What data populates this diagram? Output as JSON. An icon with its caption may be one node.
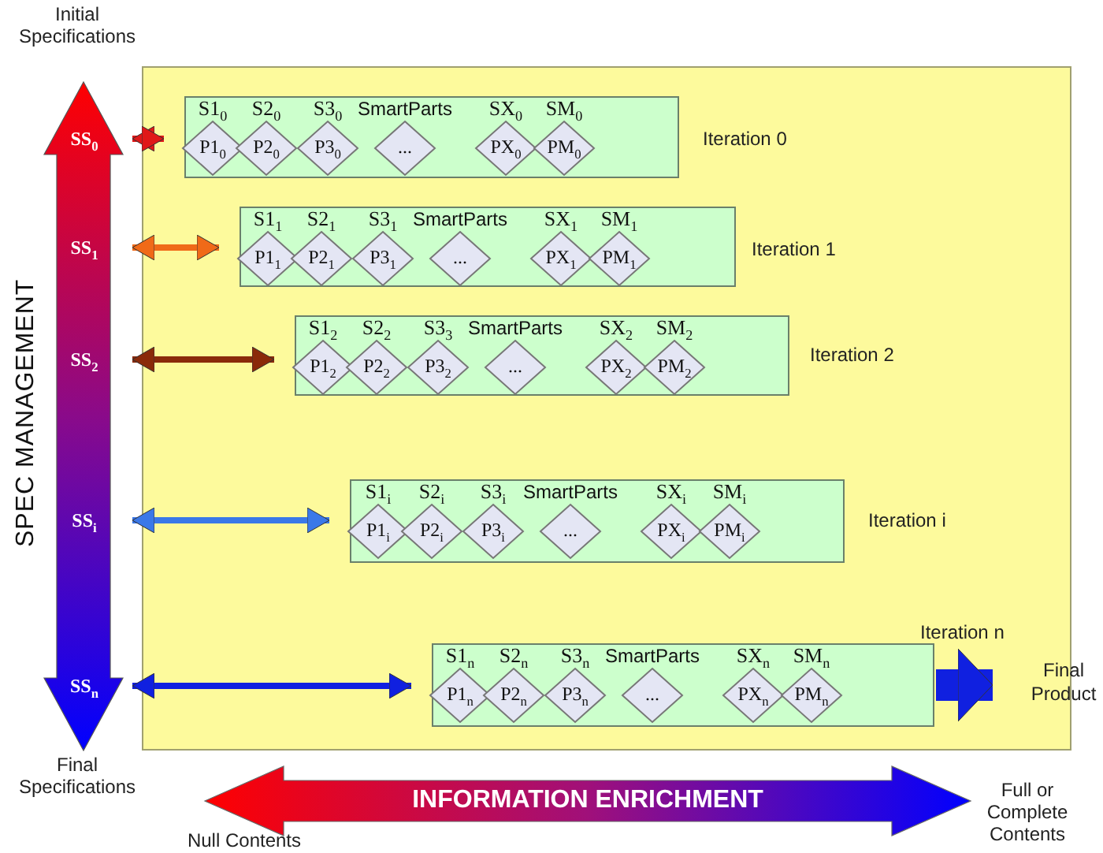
{
  "diagram": {
    "nodes": [
      {
        "text": [
          "SPEC MANAGEMENT"
        ]
      },
      {
        "text": [
          "SS$_{0}$"
        ],
        "in": 0
      },
      {
        "text": [
          "SS$_{1}$"
        ],
        "in": 0
      },
      {
        "text": [
          "SS$_{2}$"
        ],
        "in": 0
      },
      {
        "text": [
          "SS$_{i}$"
        ],
        "in": 0
      },
      {
        "text": [
          "SS$_{n}$"
        ],
        "in": 0
      },
      {
        "text": [],
        "shape": "box"
      },
      {
        "text": [
          "Iteration 0"
        ],
        "in": 6
      },
      {
        "text": [
          "S1$_{0}$",
          "P1$_{0}$"
        ],
        "in": 7
      },
      {
        "text": [
          "S2$_{0}$",
          "P2$_{0}$"
        ],
        "in": 7
      },
      {
        "text": [
          "S3$_{0}$",
          "P3$_{0}$"
        ],
        "in": 7
      },
      {
        "text": [
          "SmartParts",
          "..."
        ],
        "in": 7
      },
      {
        "text": [
          "SX$_{0}$",
          "PX$_{0}$"
        ],
        "in": 7
      },
      {
        "text": [
          "SM$_{0}$",
          "PM$_{0}$"
        ],
        "in": 7
      },
      {
        "text": [
          "Iteration 1"
        ],
        "in": 6
      },
      {
        "text": [
          "S1$_{1}$",
          "P1$_{1}$"
        ],
        "in": 14
      },
      {
        "text": [
          "S2$_{1}$",
          "P2$_{1}$"
        ],
        "in": 14
      },
      {
        "text": [
          "S3$_{1}$",
          "P3$_{1}$"
        ],
        "in": 14
      },
      {
        "text": [
          "SmartParts",
          "..."
        ],
        "in": 14
      },
      {
        "text": [
          "SX$_{1}$",
          "PX$_{1}$"
        ],
        "in": 14
      },
      {
        "text": [
          "SM$_{1}$",
          "PM$_{1}$"
        ],
        "in": 14
      },
      {
        "text": [
          "Iteration 2"
        ],
        "in": 6
      },
      {
        "text": [
          "S1$_{2}$",
          "P1$_{2}$"
        ],
        "in": 21
      },
      {
        "text": [
          "S2$_{2}$",
          "P2$_{2}$"
        ],
        "in": 21
      },
      {
        "text": [
          "S3$_{3}$",
          "P3$_{2}$"
        ],
        "in": 21
      },
      {
        "text": [
          "SmartParts",
          "..."
        ],
        "in": 21
      },
      {
        "text": [
          "SX$_{2}$",
          "PX$_{2}$"
        ],
        "in": 21
      },
      {
        "text": [
          "SM$_{2}$",
          "PM$_{2}$"
        ],
        "in": 21
      },
      {
        "text": [
          "Iteration i"
        ],
        "in": 6
      },
      {
        "text": [
          "S1$_{i}$",
          "P1$_{i}$"
        ],
        "in": 28
      },
      {
        "text": [
          "S2$_{i}$",
          "P2$_{i}$"
        ],
        "in": 28
      },
      {
        "text": [
          "S3$_{i}$",
          "P3$_{i}$"
        ],
        "in": 28
      },
      {
        "text": [
          "SmartParts",
          "..."
        ],
        "in": 28
      },
      {
        "text": [
          "SX$_{i}$",
          "PX$_{i}$"
        ],
        "in": 28
      },
      {
        "text": [
          "SM$_{i}$",
          "PM$_{i}$"
        ],
        "in": 28
      },
      {
        "text": [
          "Iteration n"
        ],
        "in": 6
      },
      {
        "text": [
          "S1$_{n}$",
          "P1$_{n}$"
        ],
        "in": 35
      },
      {
        "text": [
          "S2$_{n}$",
          "P2$_{n}$"
        ],
        "in": 35
      },
      {
        "text": [
          "S3$_{n}$",
          "P3$_{n}$"
        ],
        "in": 35
      },
      {
        "text": [
          "SmartParts",
          "..."
        ],
        "in": 35
      },
      {
        "text": [
          "SX$_{n}$",
          "PX$_{n}$"
        ],
        "in": 35
      },
      {
        "text": [
          "SM$_{n}$",
          "PM$_{n}$"
        ],
        "in": 35
      },
      {
        "text": [
          "Final Product"
        ]
      },
      {
        "text": [
          "INFORMATION ENRICHMENT"
        ]
      }
    ],
    "edges": [
      {
        "from": 1,
        "to": 7,
        "arrow": "both",
        "color": "#e01818"
      },
      {
        "from": 2,
        "to": 14,
        "arrow": "both",
        "color": "#f06a18"
      },
      {
        "from": 3,
        "to": 21,
        "arrow": "both",
        "color": "#8a2a0a"
      },
      {
        "from": 4,
        "to": 28,
        "arrow": "both",
        "color": "#3a78e8"
      },
      {
        "from": 5,
        "to": 35,
        "arrow": "both",
        "color": "#1020e0"
      },
      {
        "from": 35,
        "to": 42,
        "arrow": "to",
        "color": "#1020e0",
        "style": "thick"
      }
    ],
    "labels": [
      "Initial Specifications",
      "Final Specifications",
      "Null Contents",
      "Full or Complete Contents"
    ]
  }
}
